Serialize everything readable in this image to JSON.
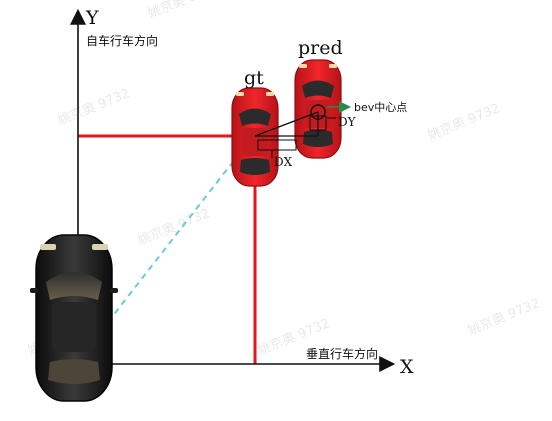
{
  "axes": {
    "y_label": "Y",
    "y_caption": "自车行车方向",
    "x_label": "X",
    "x_caption": "垂直行车方向"
  },
  "cars": {
    "gt_label": "gt",
    "pred_label": "pred",
    "gt_color": "#e21d22",
    "pred_color": "#e21d22",
    "ego_color": "#1d1d1d"
  },
  "annotations": {
    "bev_center": "bev中心点",
    "dx": "DX",
    "dy": "DY"
  },
  "watermark": {
    "text": "姚京奥 9732"
  },
  "colors": {
    "axis": "#111111",
    "projection_line": "#e0191f",
    "dashed_line": "#6cc9d9",
    "arrow_green": "#2a8a4a",
    "detail_box": "#111111"
  }
}
